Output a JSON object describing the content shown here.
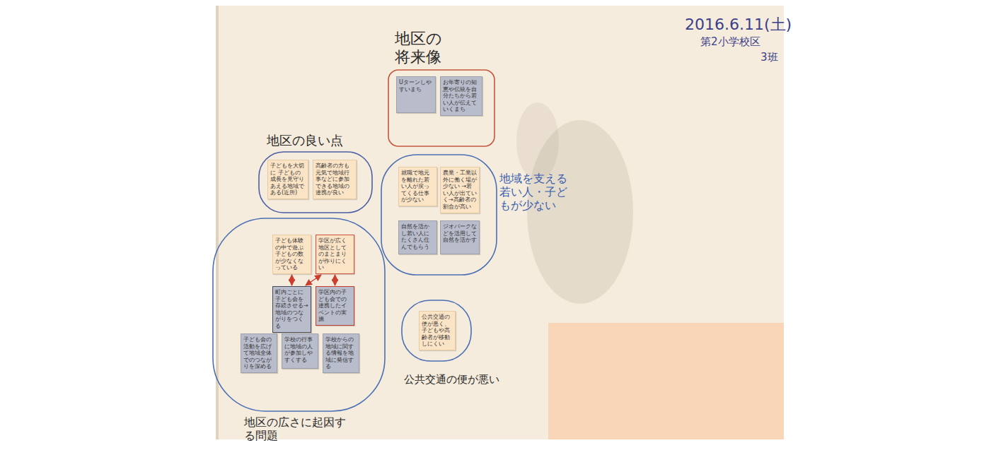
{
  "diagram": {
    "nodes": [
      {
        "text": [
          "地区の将来像"
        ]
      },
      {
        "text": [
          "Uターンしやすいまち"
        ],
        "in": 0
      },
      {
        "text": [
          "お年寄りの知恵や伝統を自分たちから若い人が伝えていくまち"
        ],
        "in": 0
      },
      {
        "text": [
          "地区の良い点"
        ]
      },
      {
        "text": [
          "子どもを大切に 子どもの成長を見守りあえる地域である(近所)"
        ],
        "in": 3
      },
      {
        "text": [
          "高齢者の方も元気で地域行事などに参加できる地域の連携が良い"
        ],
        "in": 3
      },
      {
        "text": [
          "地区の広さに起因する問題"
        ]
      },
      {
        "text": [
          "子ども体験の中で遊ぶ子どもの数が少なくなっている"
        ],
        "in": 6
      },
      {
        "text": [
          "学区が広く地区としてのまとまりが作りにくい"
        ],
        "in": 6
      },
      {
        "text": [
          "町内ごとに子ども会を存続させる→地域のつながりをつくる"
        ],
        "in": 6
      },
      {
        "text": [
          "学区内の子ども会での連携したイベントの実施"
        ],
        "in": 6
      },
      {
        "text": [
          "子ども会の活動を広げて地域全体でのつながりを深める"
        ],
        "in": 6
      },
      {
        "text": [
          "学校の行事に地域の人が参加しやすくする"
        ],
        "in": 6
      },
      {
        "text": [
          "学校からの地域に関する情報を地域に発信する"
        ],
        "in": 6
      },
      {
        "text": [
          "地域を支える若い人・子どもが少ない"
        ]
      },
      {
        "text": [
          "就職で地元を離れた若い人が戻ってくる仕事が少ない"
        ],
        "in": 14
      },
      {
        "text": [
          "農業・工業以外に働く場が少ない →若い人が出ていく→高齢者の割合が高い"
        ],
        "in": 14
      },
      {
        "text": [
          "自然を活かし若い人にたくさん住んでもらう"
        ],
        "in": 14
      },
      {
        "text": [
          "ジオパークなどを活用して自然を活かす"
        ],
        "in": 14
      },
      {
        "text": [
          "公共交通の便が悪い"
        ]
      },
      {
        "text": [
          "公共交通の便が悪く、子どもや高齢者が移動しにくい"
        ],
        "in": 19
      }
    ],
    "edges": [
      {
        "from": 7,
        "to": 9,
        "arrow": "both"
      },
      {
        "from": 8,
        "to": 9,
        "arrow": "both"
      },
      {
        "from": 8,
        "to": 10,
        "arrow": "both"
      }
    ],
    "labels": [
      "2016.6.11(土)",
      "第2小学校区",
      "3班"
    ]
  }
}
